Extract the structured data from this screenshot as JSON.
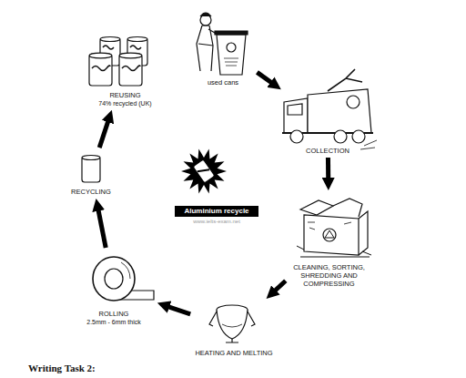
{
  "diagram": {
    "nodes": [
      {
        "text": [
          "REUSING",
          "74% recycled (UK)"
        ]
      },
      {
        "text": [
          "used cans"
        ]
      },
      {
        "text": [
          "COLLECTION"
        ]
      },
      {
        "text": [
          "RECYCLING"
        ]
      },
      {
        "text": [
          "Aluminium recycle"
        ]
      },
      {
        "text": [
          "CLEANING, SORTING, SHREDDING AND COMPRESSING"
        ]
      },
      {
        "text": [
          "ROLLING",
          "2.5mm - 6mm thick"
        ]
      },
      {
        "text": [
          "HEATING AND MELTING"
        ]
      }
    ],
    "edges": [
      {
        "from": 1,
        "to": 2,
        "arrow": "to"
      },
      {
        "from": 2,
        "to": 5,
        "arrow": "to"
      },
      {
        "from": 5,
        "to": 7,
        "arrow": "to"
      },
      {
        "from": 7,
        "to": 6,
        "arrow": "to"
      },
      {
        "from": 6,
        "to": 3,
        "arrow": "to"
      },
      {
        "from": 3,
        "to": 0,
        "arrow": "to"
      }
    ],
    "labels": [
      "www.ielts-exam.net",
      "Writing Task 2:"
    ]
  }
}
